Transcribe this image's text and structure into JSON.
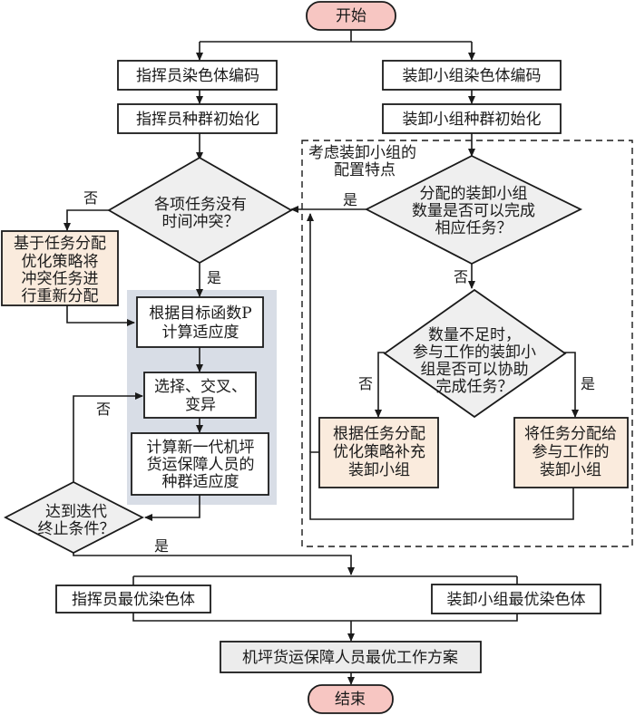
{
  "colors": {
    "terminal_fill": "#f7c6c2",
    "process_fill": "#ffffff",
    "decision_fill": "#efefef",
    "action_fill": "#faebdd",
    "result_fill": "#ececec",
    "ga_group_fill": "#d8dde6",
    "line": "#1a1a1a"
  },
  "nodes": {
    "start": "开始",
    "commander_encode": "指挥员染色体编码",
    "team_encode": "装卸小组染色体编码",
    "commander_init": "指挥员种群初始化",
    "team_init": "装卸小组种群初始化",
    "conflict_check": [
      "各项任务没有",
      "时间冲突？"
    ],
    "reassign": [
      "基于任务分配",
      "优化策略将",
      "冲突任务进",
      "行重新分配"
    ],
    "fitness_calc": [
      "根据目标函数P",
      "计算适应度"
    ],
    "genetic_ops": [
      "选择、交叉、",
      "变异"
    ],
    "new_gen_fitness": [
      "计算新一代机坪",
      "货运保障人员的",
      "种群适应度"
    ],
    "iteration_check": [
      "达到迭代",
      "终止条件？"
    ],
    "team_group_label": [
      "考虑装卸小组的",
      "配置特点"
    ],
    "team_count_check": [
      "分配的装卸小组",
      "数量是否可以完成",
      "相应任务？"
    ],
    "team_assist_check": [
      "数量不足时，",
      "参与工作的装卸小",
      "组是否可以协助",
      "完成任务？"
    ],
    "supplement_team": [
      "根据任务分配",
      "优化策略补充",
      "装卸小组"
    ],
    "assign_to_team": [
      "将任务分配给",
      "参与工作的",
      "装卸小组"
    ],
    "commander_best": "指挥员最优染色体",
    "team_best": "装卸小组最优染色体",
    "final_plan": "机坪货运保障人员最优工作方案",
    "end": "结束"
  },
  "edge_labels": {
    "conflict_no": "否",
    "conflict_yes": "是",
    "count_yes": "是",
    "count_no": "否",
    "assist_no": "否",
    "assist_yes": "是",
    "iter_no": "否",
    "iter_yes": "是"
  }
}
